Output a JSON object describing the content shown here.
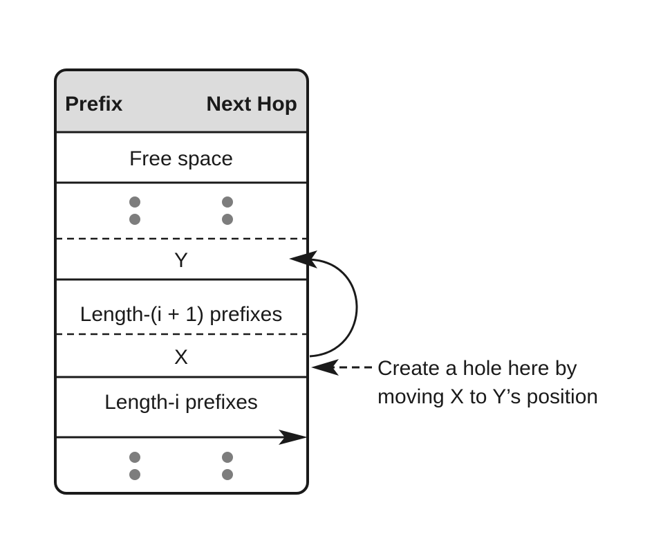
{
  "table": {
    "header": {
      "prefix": "Prefix",
      "next_hop": "Next Hop"
    },
    "rows": {
      "free_space": "Free space",
      "y_entry": "Y",
      "length_i_plus_1": "Length-(i + 1) prefixes",
      "x_entry": "X",
      "length_i": "Length-i prefixes"
    }
  },
  "annotation": {
    "line1": "Create a hole here by",
    "line2": "moving X to Y’s position"
  }
}
